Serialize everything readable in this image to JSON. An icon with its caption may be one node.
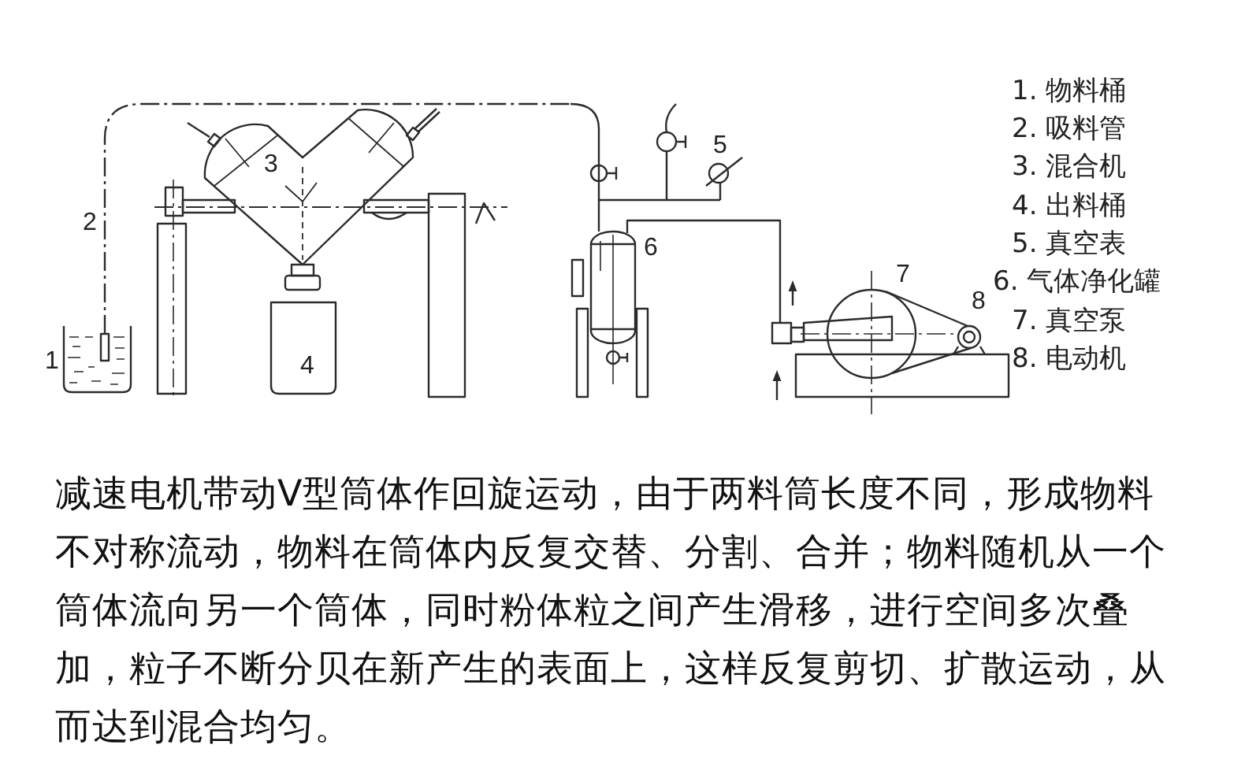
{
  "diagram": {
    "caption": "减速电机带动V型筒体作回旋运动，由于两料筒长度不同，形成物料不对称流动，物料在筒体内反复交替、分割、合并；物料随机从一个筒体流向另一个筒体，同时粉体粒之间产生滑移，进行空间多次叠加，粒子不断分贝在新产生的表面上，这样反复剪切、扩散运动，从而达到混合均匀。",
    "labels": [
      "1",
      "2",
      "3",
      "4",
      "5",
      "6",
      "7",
      "8",
      "1. 物料桶",
      "2. 吸料管",
      "3. 混合机",
      "4. 出料桶",
      "5. 真空表",
      "6. 气体净化罐",
      "7. 真空泵",
      "8. 电动机"
    ]
  }
}
